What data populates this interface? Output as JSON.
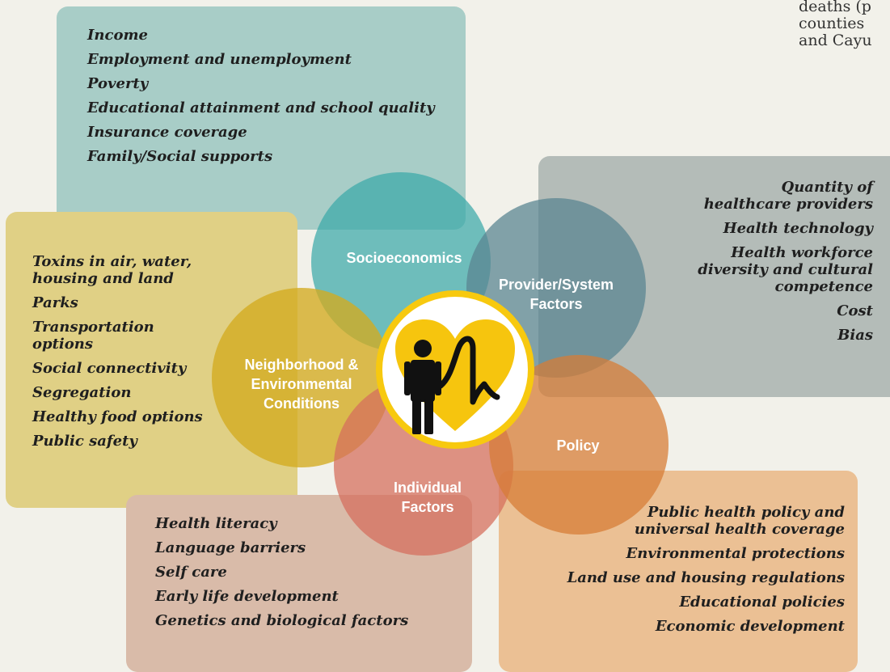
{
  "corner_text": [
    "deaths (p",
    "counties",
    "and Cayu"
  ],
  "factors": {
    "socioeconomics": {
      "label": "Socioeconomics",
      "items": [
        "Income",
        "Employment and unemployment",
        "Poverty",
        "Educational attainment and school quality",
        "Insurance coverage",
        "Family/Social supports"
      ],
      "box_color": "#a8cdc7",
      "circle_color": "#3aa9a9"
    },
    "provider": {
      "label": "Provider/System Factors",
      "items": [
        "Quantity of healthcare providers",
        "Health technology",
        "Health workforce diversity and cultural competence",
        "Cost",
        "Bias"
      ],
      "box_color": "#b4bcb8",
      "circle_color": "#5b8592"
    },
    "neighborhood": {
      "label": "Neighborhood & Environmental Conditions",
      "items": [
        "Toxins in air, water, housing and land",
        "Parks",
        "Transportation options",
        "Social connectivity",
        "Segregation",
        "Healthy food options",
        "Public safety"
      ],
      "box_color": "#e0d085",
      "circle_color": "#d4aa1f"
    },
    "individual": {
      "label": "Individual Factors",
      "items": [
        "Health literacy",
        "Language barriers",
        "Self care",
        "Early life development",
        "Genetics and biological factors"
      ],
      "box_color": "#d9bba9",
      "circle_color": "#d56f5d"
    },
    "policy": {
      "label": "Policy",
      "items": [
        "Public health policy and universal health coverage",
        "Environmental protections",
        "Land use and housing regulations",
        "Educational policies",
        "Economic development"
      ],
      "box_color": "#ebc094",
      "circle_color": "#d77c36"
    }
  },
  "center_icon": "person-and-heart-icon",
  "colors": {
    "center_ring": "#f7c90f",
    "heart": "#f6c50e",
    "figure": "#111111"
  }
}
